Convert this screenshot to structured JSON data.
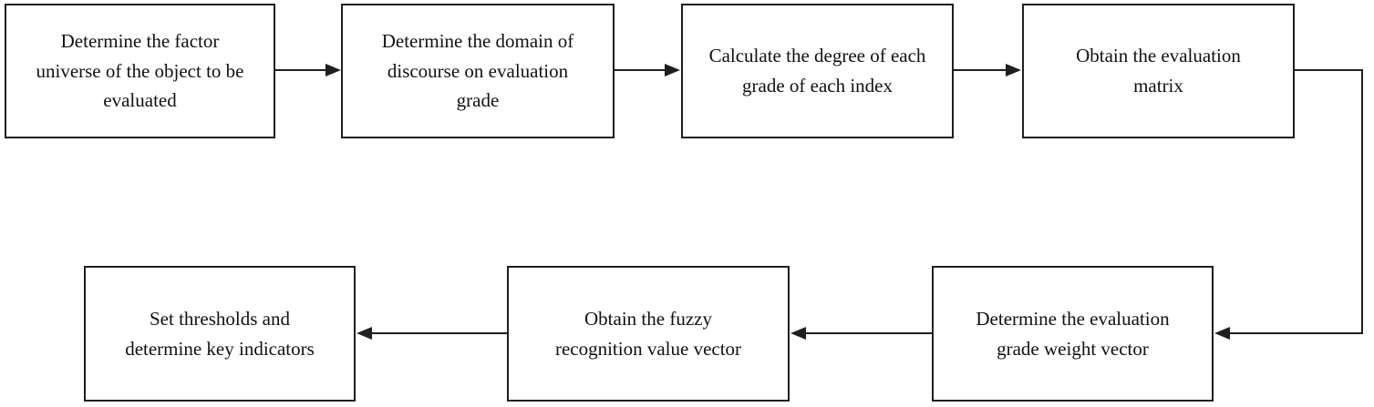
{
  "diagram": {
    "type": "flowchart",
    "colors": {
      "background": "#ffffff",
      "box_border": "#1f1f1f",
      "text": "#111111",
      "arrow": "#1f1f1f"
    },
    "steps": [
      {
        "id": "step-1",
        "label": "Determine the factor universe of the object to be evaluated"
      },
      {
        "id": "step-2",
        "label": "Determine the domain of discourse on evaluation grade"
      },
      {
        "id": "step-3",
        "label": "Calculate the degree of each grade of each index"
      },
      {
        "id": "step-4",
        "label": "Obtain the evaluation matrix"
      },
      {
        "id": "step-5",
        "label": "Determine the evaluation grade weight vector"
      },
      {
        "id": "step-6",
        "label": "Obtain the fuzzy recognition value vector"
      },
      {
        "id": "step-7",
        "label": "Set thresholds and determine key indicators"
      }
    ],
    "flow": [
      "step-1 -> step-2",
      "step-2 -> step-3",
      "step-3 -> step-4",
      "step-4 -> step-5",
      "step-5 -> step-6",
      "step-6 -> step-7"
    ]
  }
}
